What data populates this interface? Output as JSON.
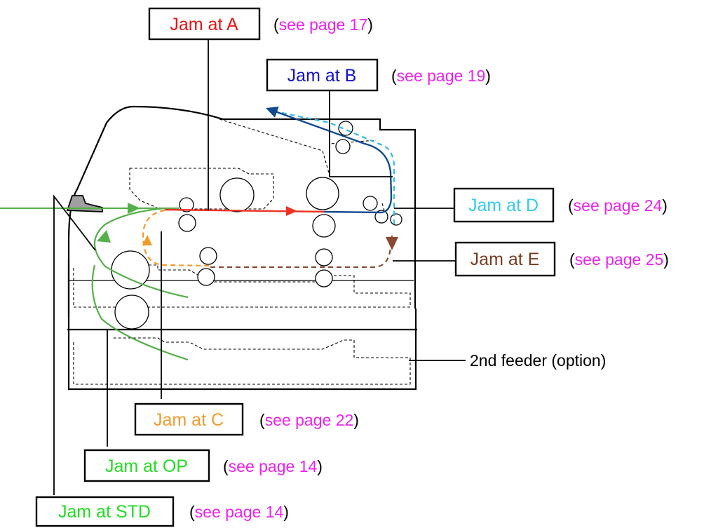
{
  "colors": {
    "jam_a": "#ee1111",
    "jam_b": "#1111cc",
    "jam_c": "#f39a2b",
    "jam_d": "#33ccee",
    "jam_e": "#7a3b20",
    "jam_op": "#22dd22",
    "jam_std": "#22dd22",
    "ref": "#ee22ee",
    "path_a": "#ee3322",
    "path_b": "#104a8c",
    "path_c": "#f39a2b",
    "path_d": "#33bbe6",
    "path_e": "#8a4a32",
    "path_feed": "#55b04a"
  },
  "labels": {
    "jam_a": "Jam at A",
    "jam_b": "Jam at B",
    "jam_c": "Jam at C",
    "jam_d": "Jam at D",
    "jam_e": "Jam at E",
    "jam_op": "Jam at OP",
    "jam_std": "Jam at STD",
    "feeder2": "2nd feeder (option)"
  },
  "refs": {
    "a": "see page 17",
    "b": "see page 19",
    "c": "see page 22",
    "d": "see page 24",
    "e": "see page 25",
    "op": "see page 14",
    "std": "see page 14"
  },
  "ref_parens": {
    "open": "(",
    "close": ")"
  }
}
